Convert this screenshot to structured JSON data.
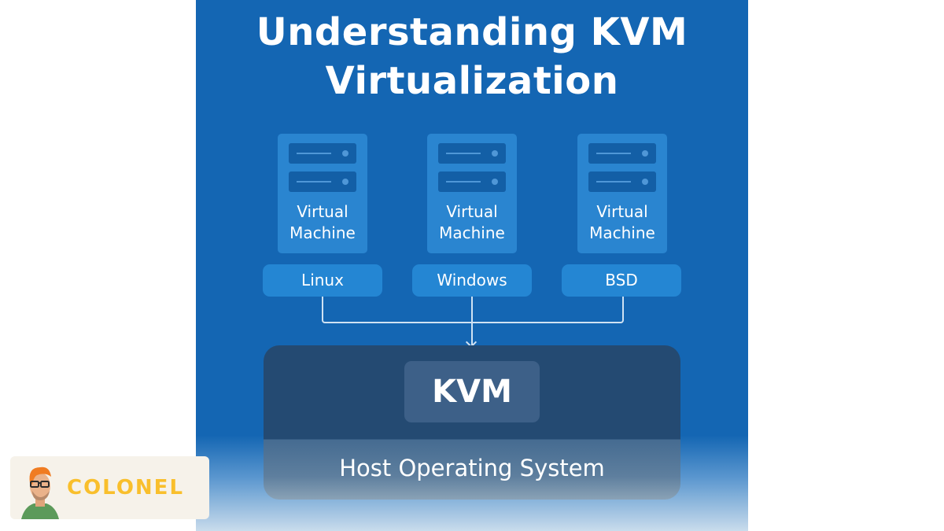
{
  "title": {
    "line1": "Understanding KVM",
    "line2": "Virtualization"
  },
  "virtual_machines": [
    {
      "label_line1": "Virtual",
      "label_line2": "Machine",
      "os": "Linux"
    },
    {
      "label_line1": "Virtual",
      "label_line2": "Machine",
      "os": "Windows"
    },
    {
      "label_line1": "Virtual",
      "label_line2": "Machine",
      "os": "BSD"
    }
  ],
  "hypervisor": {
    "label": "KVM"
  },
  "host": {
    "label": "Host Operating System"
  },
  "logo": {
    "text": "COLONEL",
    "icon": "mascot-avatar-icon"
  },
  "colors": {
    "panel": "#1466b3",
    "vm_box": "#2a85d0",
    "os_pill": "#2486d3",
    "kvm_layer": "#244a72",
    "host_layer": "#456b91",
    "logo_text": "#f9bf2c"
  }
}
